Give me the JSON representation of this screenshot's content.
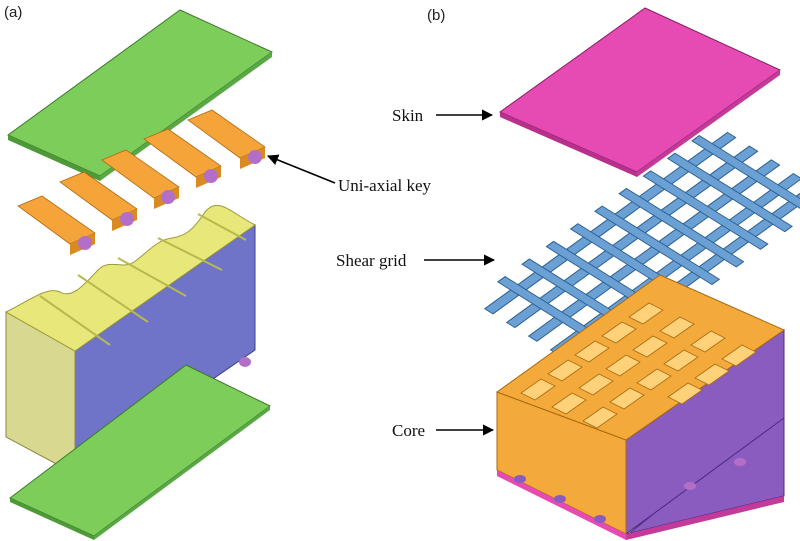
{
  "panels": {
    "a": {
      "tag": "(a)"
    },
    "b": {
      "tag": "(b)"
    }
  },
  "labels": {
    "key": "Uni-axial key",
    "skin": "Skin",
    "grid": "Shear grid",
    "core": "Core"
  },
  "colors": {
    "green_skin": "#7ccd5a",
    "orange_key": "#f5a43a",
    "key_end": "#b36fc8",
    "yellow_top": "#e8e87a",
    "blue_side": "#6f74c8",
    "pink_skin": "#e64bb4",
    "blue_grid": "#6aa0d4",
    "orange_core": "#f4aa3a",
    "purple_core": "#8a5cc0"
  }
}
